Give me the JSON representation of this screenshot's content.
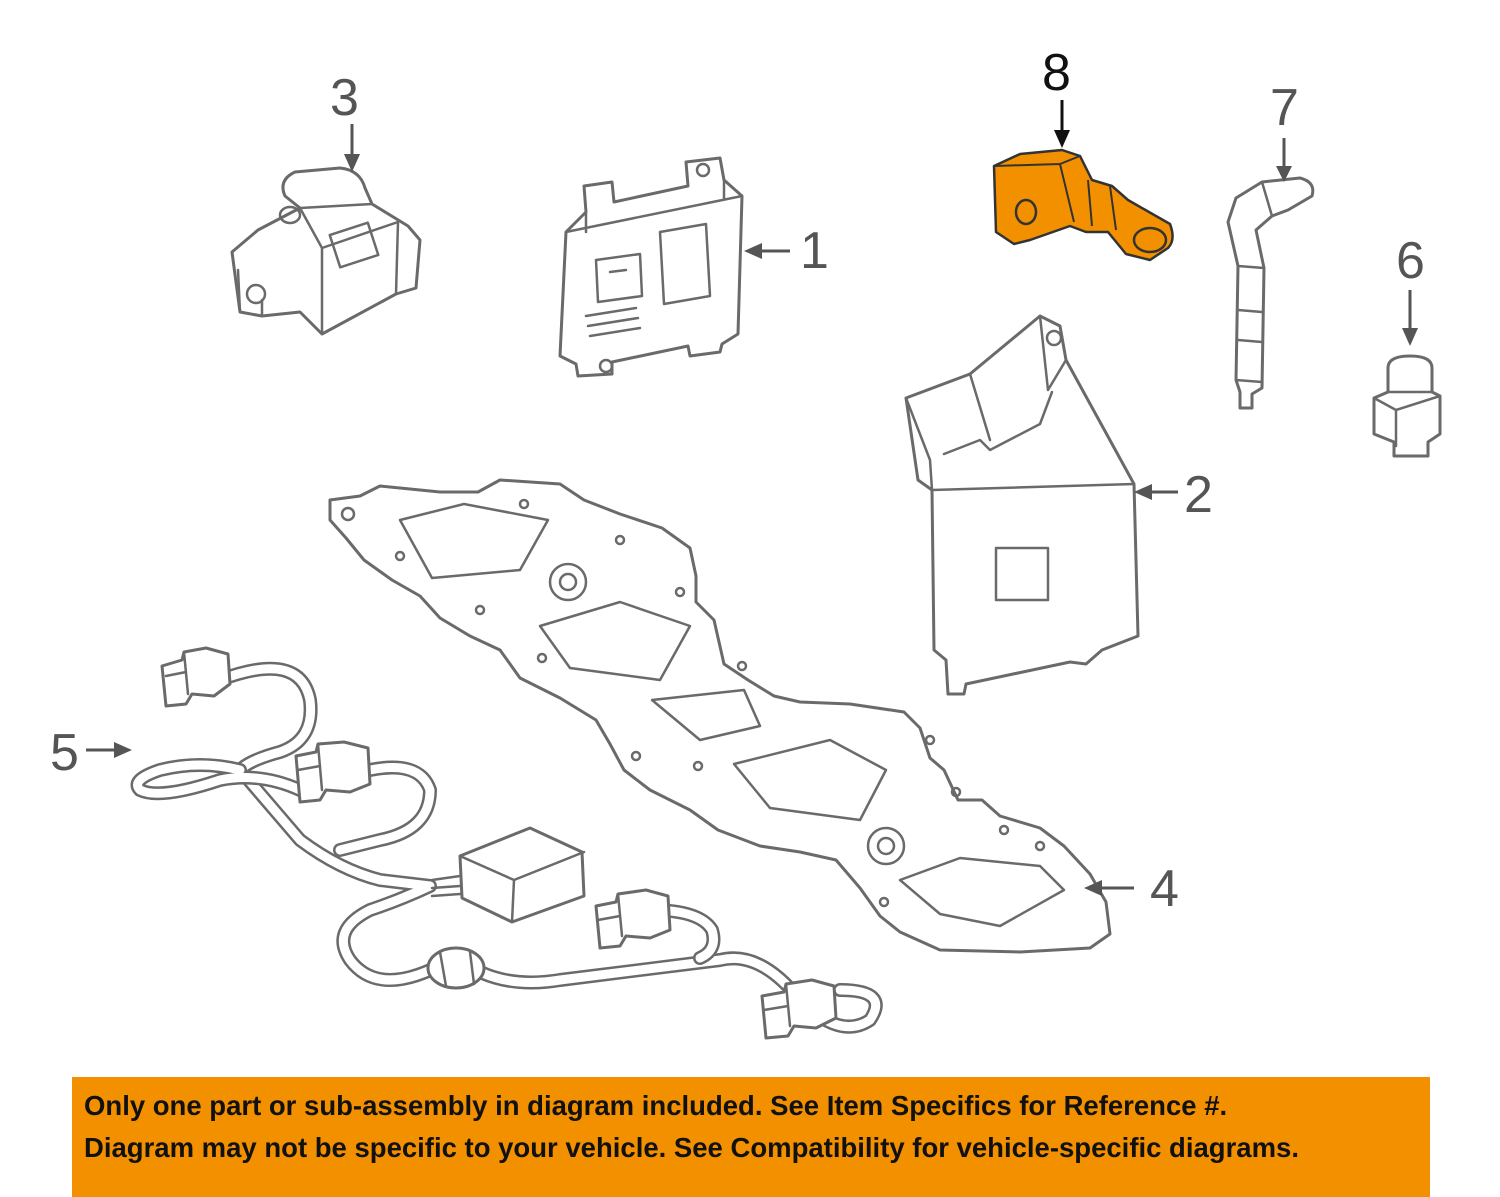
{
  "diagram": {
    "callouts": {
      "c1": "1",
      "c2": "2",
      "c3": "3",
      "c4": "4",
      "c5": "5",
      "c6": "6",
      "c7": "7",
      "c8": "8"
    },
    "highlighted_part": "8",
    "highlight_color": "#f39000",
    "line_color": "#6a6a6a"
  },
  "banner": {
    "background": "#f39000",
    "line1": "Only one part or sub-assembly in diagram included. See Item Specifics for Reference #.",
    "line2": "Diagram may not be specific to your vehicle. See Compatibility for vehicle-specific diagrams."
  }
}
